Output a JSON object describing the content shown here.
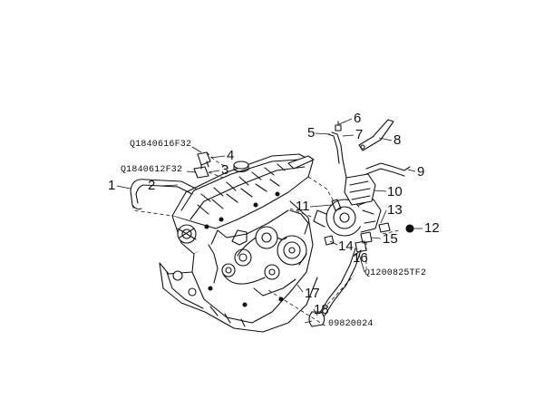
{
  "diagram": {
    "callouts": {
      "c1": "1",
      "c2": "2",
      "c3": "3",
      "c4": "4",
      "c5": "5",
      "c6": "6",
      "c7": "7",
      "c8": "8",
      "c9": "9",
      "c10": "10",
      "c11": "11",
      "c12": "12",
      "c13": "13",
      "c14": "14",
      "c15": "15",
      "c16": "16",
      "c17": "17",
      "c18": "18"
    },
    "part_codes": {
      "upper_left": "Q1840616F32",
      "mid_left": "Q1840612F32",
      "right": "Q1200825TF2",
      "bottom": "09820024"
    }
  }
}
